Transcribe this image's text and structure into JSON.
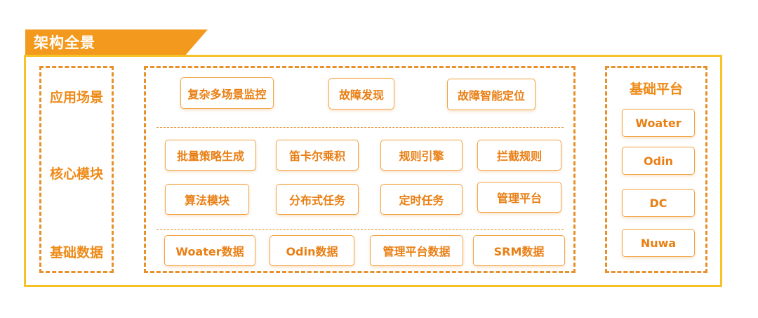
{
  "title": "架构全景",
  "rows": {
    "scenario": "应用场景",
    "core": "核心模块",
    "data": "基础数据"
  },
  "scenario_items": [
    "复杂多场景监控",
    "故障发现",
    "故障智能定位"
  ],
  "core_items": [
    "批量策略生成",
    "笛卡尔乘积",
    "规则引擎",
    "拦截规则",
    "算法模块",
    "分布式任务",
    "定时任务",
    "管理平台"
  ],
  "data_items": [
    "Woater数据",
    "Odin数据",
    "管理平台数据",
    "SRM数据"
  ],
  "platform": {
    "title": "基础平台",
    "items": [
      "Woater",
      "Odin",
      "DC",
      "Nuwa"
    ]
  },
  "colors": {
    "accent": "#f39a1e",
    "frame": "#f5c328",
    "text": "#e97f14"
  }
}
